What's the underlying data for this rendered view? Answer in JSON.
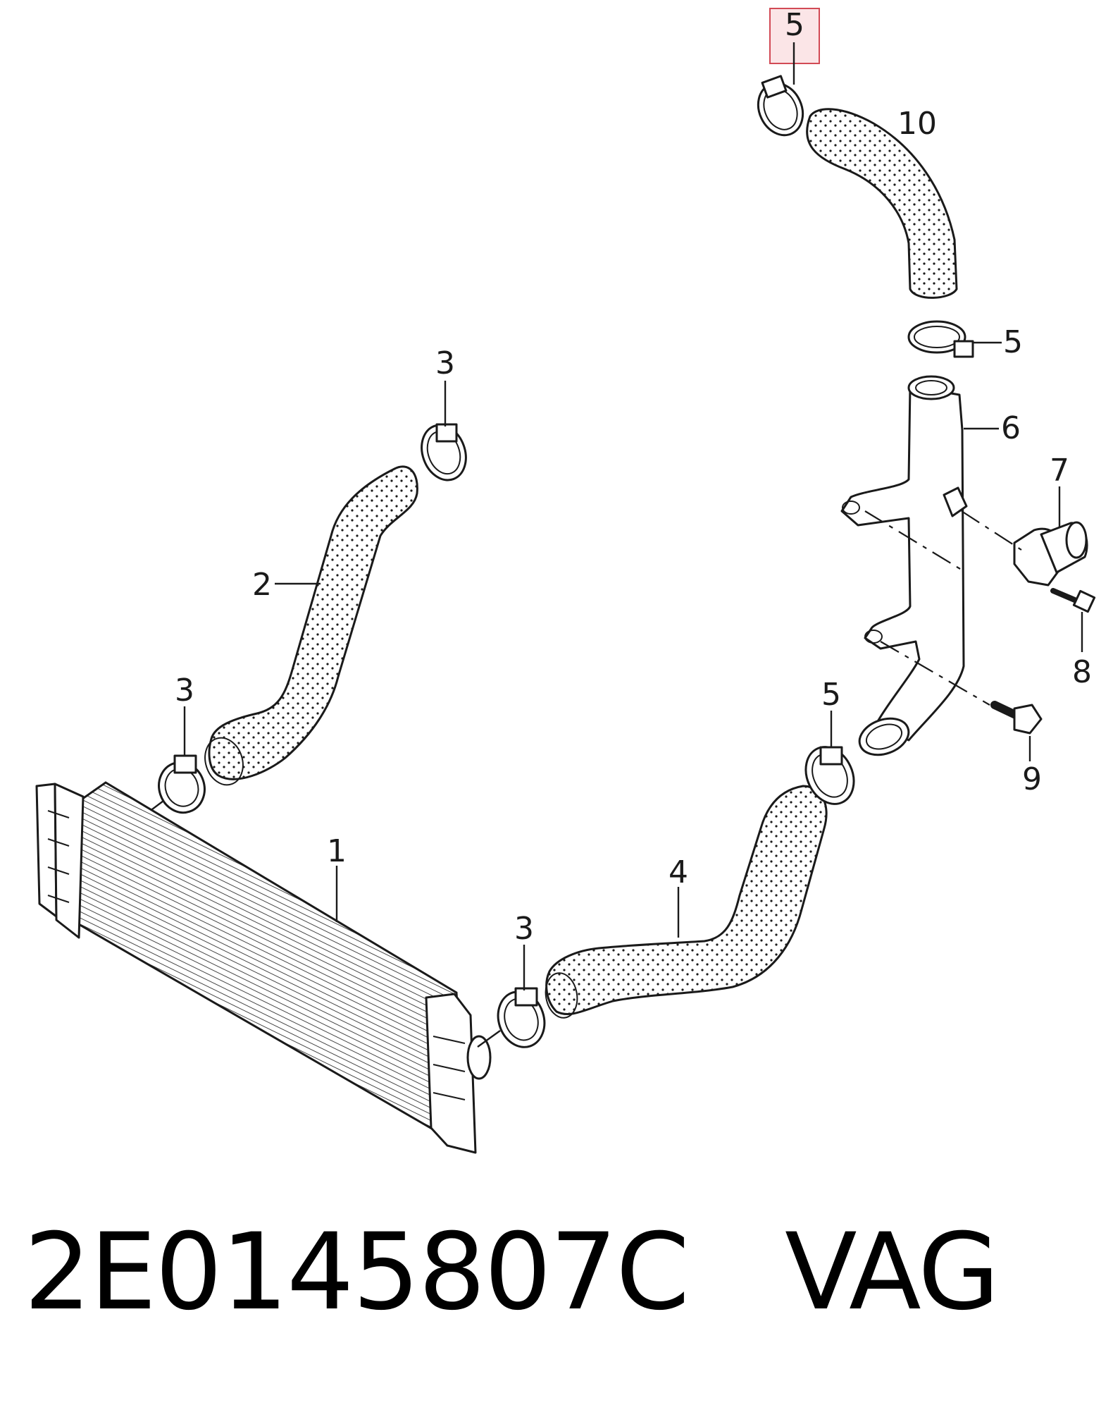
{
  "colors": {
    "ink": "#1a1a1a",
    "highlight_fill": "#f8d0d4",
    "highlight_stroke": "#d24a55",
    "background": "#ffffff"
  },
  "callouts": {
    "c5_highlighted": "5",
    "c10": "10",
    "c5_upper": "5",
    "c6": "6",
    "c7": "7",
    "c8": "8",
    "c9": "9",
    "c3_top": "3",
    "c2": "2",
    "c3_left": "3",
    "c1": "1",
    "c5_lower": "5",
    "c4": "4",
    "c3_bottom": "3"
  },
  "footer": {
    "part_number": "2E0145807C",
    "brand": "VAG"
  }
}
